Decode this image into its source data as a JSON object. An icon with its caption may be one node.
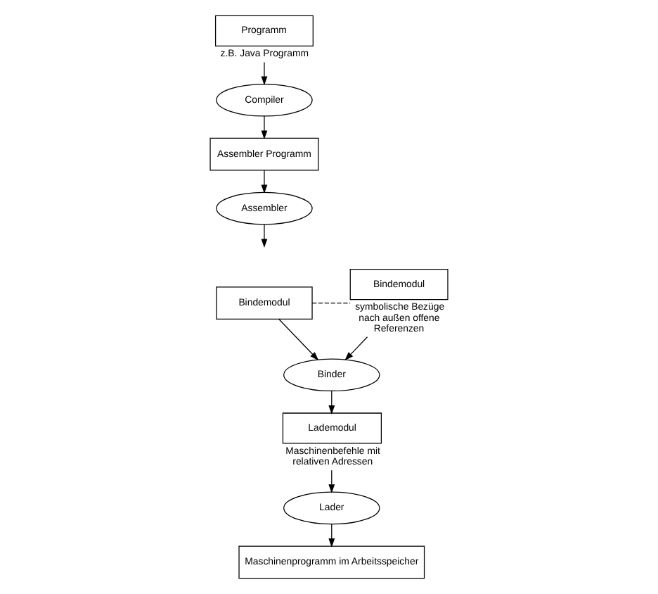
{
  "diagram": {
    "nodes": [
      {
        "text": [
          "Programm"
        ],
        "beside": [
          "z.B. Java Programm"
        ]
      },
      {
        "text": [
          "Compiler"
        ]
      },
      {
        "text": [
          "Assembler Programm"
        ]
      },
      {
        "text": [
          "Assembler"
        ]
      },
      {
        "text": [
          "Bindemodul"
        ]
      },
      {
        "text": [
          "Bindemodul"
        ],
        "beside": [
          "symbolische Bezüge nach außen offene Referenzen"
        ]
      },
      {
        "text": [
          "Binder"
        ]
      },
      {
        "text": [
          "Lademodul"
        ],
        "beside": [
          "Maschinenbefehle mit relativen Adressen"
        ]
      },
      {
        "text": [
          "Lader"
        ]
      },
      {
        "text": [
          "Maschinenprogramm im Arbeitsspeicher"
        ]
      }
    ],
    "edges": [
      {
        "from": 0,
        "to": 1,
        "arrow": "to"
      },
      {
        "from": 1,
        "to": 2,
        "arrow": "to"
      },
      {
        "from": 2,
        "to": 3,
        "arrow": "to"
      },
      {
        "from": 3,
        "to": null,
        "arrow": "to"
      },
      {
        "from": 4,
        "to": 5,
        "arrow": "none",
        "style": "dashed"
      },
      {
        "from": 4,
        "to": 6,
        "arrow": "to"
      },
      {
        "from": 5,
        "to": 6,
        "arrow": "to"
      },
      {
        "from": 6,
        "to": 7,
        "arrow": "to"
      },
      {
        "from": 7,
        "to": 8,
        "arrow": "to"
      },
      {
        "from": 8,
        "to": 9,
        "arrow": "to"
      }
    ]
  }
}
